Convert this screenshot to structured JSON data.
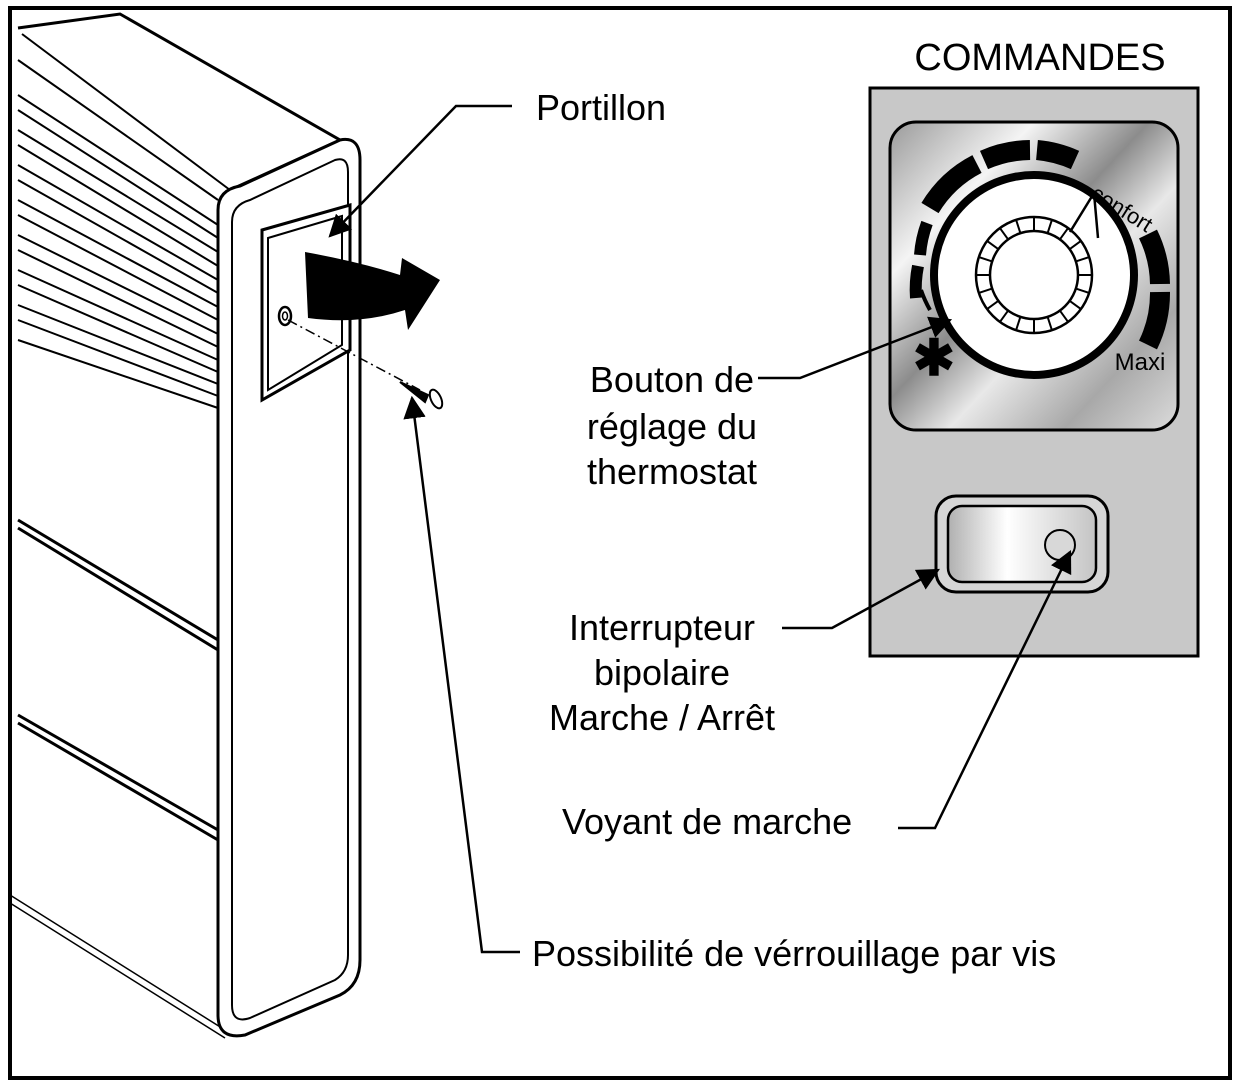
{
  "title": "COMMANDES",
  "labels": {
    "portillon": "Portillon",
    "bouton_line1": "Bouton de",
    "bouton_line2": "réglage du",
    "bouton_line3": "thermostat",
    "interrupteur_line1": "Interrupteur",
    "interrupteur_line2": "bipolaire",
    "interrupteur_line3": "Marche / Arrêt",
    "voyant": "Voyant de marche",
    "verrouillage": "Possibilité de vérrouillage par vis"
  },
  "dial": {
    "confort": "confort",
    "maxi": "Maxi",
    "frost_symbol": "✱"
  },
  "colors": {
    "panel": "#c8c8c8",
    "ink": "#000000"
  }
}
